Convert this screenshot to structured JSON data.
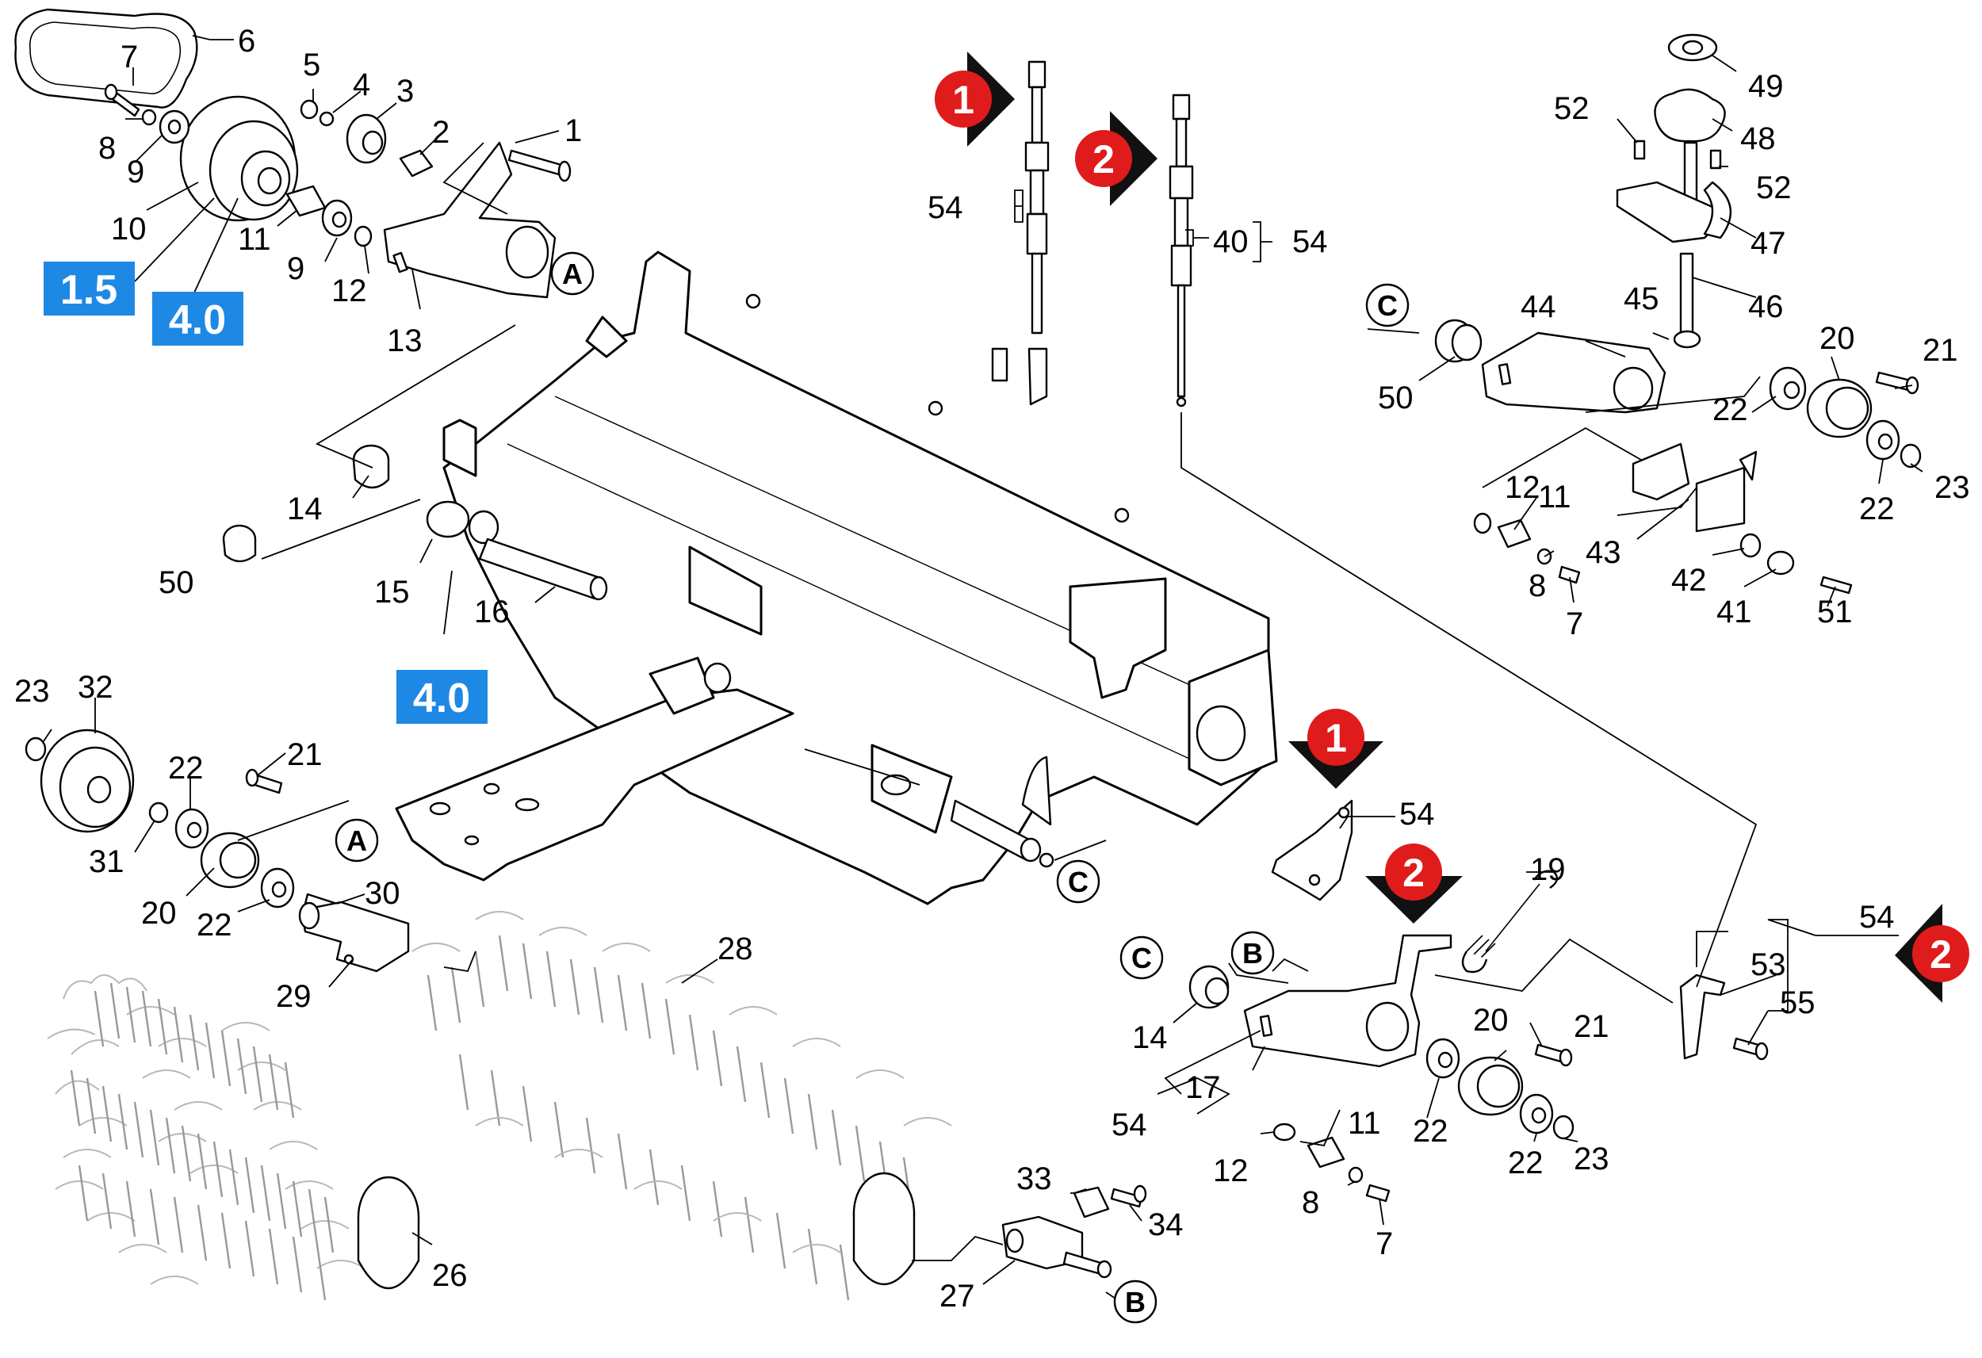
{
  "callouts": [
    {
      "label": "1"
    },
    {
      "label": "2"
    },
    {
      "label": "3"
    },
    {
      "label": "4"
    },
    {
      "label": "5"
    },
    {
      "label": "6"
    },
    {
      "label": "7"
    },
    {
      "label": "8"
    },
    {
      "label": "9"
    },
    {
      "label": "10"
    },
    {
      "label": "11"
    },
    {
      "label": "9"
    },
    {
      "label": "12"
    },
    {
      "label": "13"
    },
    {
      "label": "14"
    },
    {
      "label": "50"
    },
    {
      "label": "15"
    },
    {
      "label": "16"
    },
    {
      "label": "54"
    },
    {
      "label": "40"
    },
    {
      "label": "54"
    },
    {
      "label": "49"
    },
    {
      "label": "52"
    },
    {
      "label": "48"
    },
    {
      "label": "52"
    },
    {
      "label": "47"
    },
    {
      "label": "45"
    },
    {
      "label": "46"
    },
    {
      "label": "44"
    },
    {
      "label": "50"
    },
    {
      "label": "20"
    },
    {
      "label": "21"
    },
    {
      "label": "22"
    },
    {
      "label": "22"
    },
    {
      "label": "23"
    },
    {
      "label": "12"
    },
    {
      "label": "11"
    },
    {
      "label": "43"
    },
    {
      "label": "42"
    },
    {
      "label": "8"
    },
    {
      "label": "7"
    },
    {
      "label": "41"
    },
    {
      "label": "51"
    },
    {
      "label": "23"
    },
    {
      "label": "32"
    },
    {
      "label": "21"
    },
    {
      "label": "22"
    },
    {
      "label": "31"
    },
    {
      "label": "20"
    },
    {
      "label": "22"
    },
    {
      "label": "30"
    },
    {
      "label": "29"
    },
    {
      "label": "28"
    },
    {
      "label": "54"
    },
    {
      "label": "19"
    },
    {
      "label": "54"
    },
    {
      "label": "53"
    },
    {
      "label": "55"
    },
    {
      "label": "14"
    },
    {
      "label": "20"
    },
    {
      "label": "21"
    },
    {
      "label": "17"
    },
    {
      "label": "54"
    },
    {
      "label": "22"
    },
    {
      "label": "11"
    },
    {
      "label": "12"
    },
    {
      "label": "8"
    },
    {
      "label": "7"
    },
    {
      "label": "22"
    },
    {
      "label": "23"
    },
    {
      "label": "26"
    },
    {
      "label": "33"
    },
    {
      "label": "34"
    },
    {
      "label": "27"
    }
  ],
  "ref_markers": [
    {
      "letter": "A"
    },
    {
      "letter": "A"
    },
    {
      "letter": "C"
    },
    {
      "letter": "C"
    },
    {
      "letter": "C"
    },
    {
      "letter": "B"
    },
    {
      "letter": "B"
    }
  ],
  "torque_tags": [
    {
      "value": "1.5"
    },
    {
      "value": "4.0"
    },
    {
      "value": "4.0"
    }
  ],
  "variant_badges": [
    {
      "number": "1"
    },
    {
      "number": "2"
    },
    {
      "number": "1"
    },
    {
      "number": "2"
    },
    {
      "number": "2"
    }
  ],
  "colors": {
    "torque_tag": "#1e88e5",
    "variant_badge": "#e01b1b",
    "badge_arrow": "#111111",
    "brush": "#b8b8b8"
  }
}
